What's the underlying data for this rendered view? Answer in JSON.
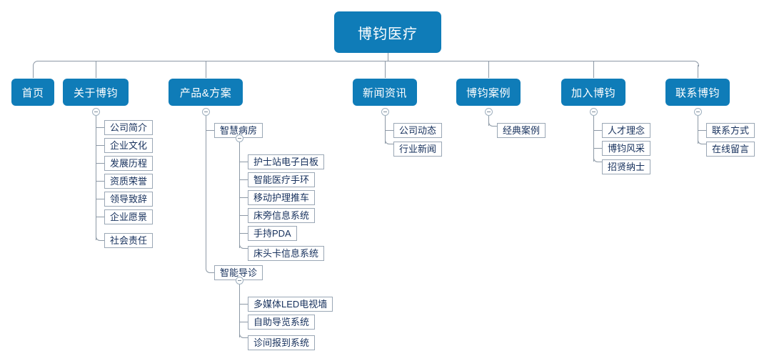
{
  "diagram": {
    "type": "sitemap-tree",
    "title": "博钧医疗",
    "colors": {
      "node_fill": "#0f7cb8",
      "node_text": "#ffffff",
      "leaf_fill": "#ffffff",
      "leaf_text": "#16305c",
      "leaf_border": "#9aa7b5",
      "connector": "#8d99a6",
      "background": "#ffffff"
    },
    "toggle_icon": "collapse-minus-icon"
  },
  "root": {
    "label": "博钧医疗"
  },
  "branches": [
    {
      "label": "首页",
      "children": []
    },
    {
      "label": "关于博钧",
      "children": [
        {
          "label": "公司简介"
        },
        {
          "label": "企业文化"
        },
        {
          "label": "发展历程"
        },
        {
          "label": "资质荣誉"
        },
        {
          "label": "领导致辞"
        },
        {
          "label": "企业愿景"
        },
        {
          "label": "社会责任"
        }
      ]
    },
    {
      "label": "产品&方案",
      "children": [
        {
          "label": "智慧病房",
          "children": [
            {
              "label": "护士站电子白板"
            },
            {
              "label": "智能医疗手环"
            },
            {
              "label": "移动护理推车"
            },
            {
              "label": "床旁信息系统"
            },
            {
              "label": "手持PDA"
            },
            {
              "label": "床头卡信息系统"
            }
          ]
        },
        {
          "label": "智能导诊",
          "children": [
            {
              "label": "多媒体LED电视墙"
            },
            {
              "label": "自助导览系统"
            },
            {
              "label": "诊间报到系统"
            }
          ]
        }
      ]
    },
    {
      "label": "新闻资讯",
      "children": [
        {
          "label": "公司动态"
        },
        {
          "label": "行业新闻"
        }
      ]
    },
    {
      "label": "博钧案例",
      "children": [
        {
          "label": "经典案例"
        }
      ]
    },
    {
      "label": "加入博钧",
      "children": [
        {
          "label": "人才理念"
        },
        {
          "label": "博钧风采"
        },
        {
          "label": "招贤纳士"
        }
      ]
    },
    {
      "label": "联系博钧",
      "children": [
        {
          "label": "联系方式"
        },
        {
          "label": "在线留言"
        }
      ]
    }
  ]
}
